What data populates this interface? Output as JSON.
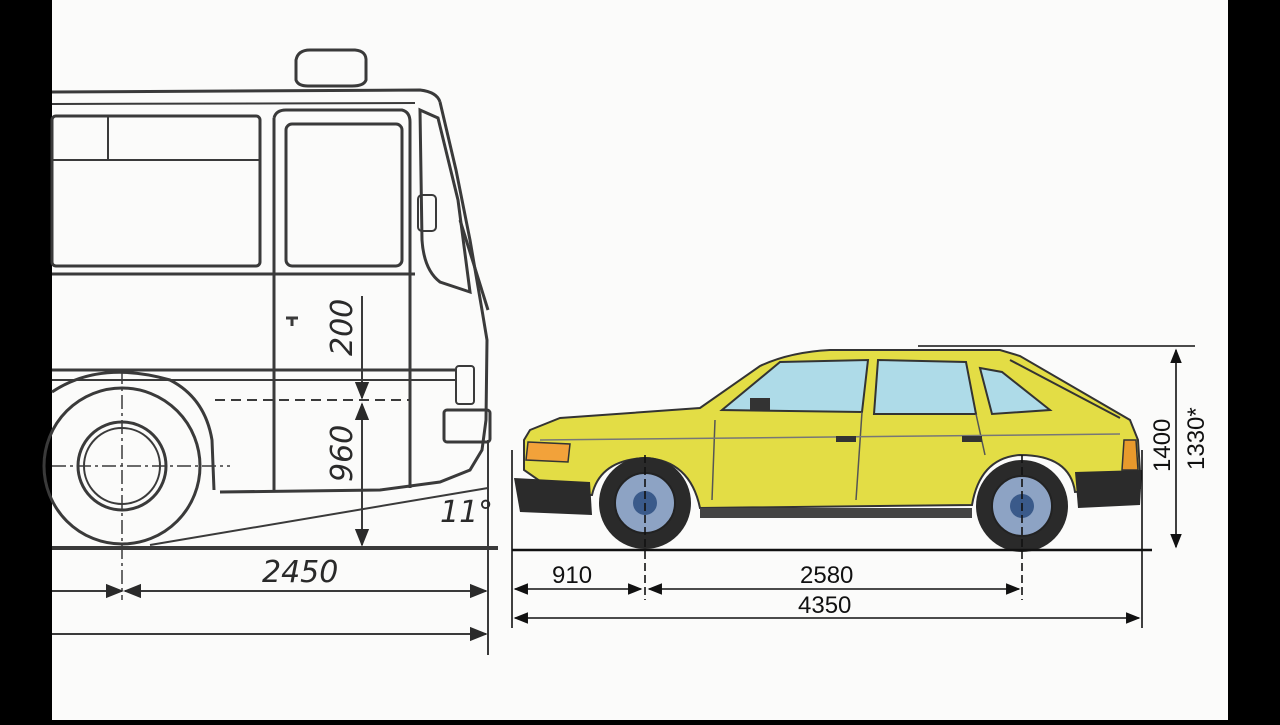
{
  "bus_dimensions": {
    "step_height": "200",
    "floor_height": "960",
    "departure_angle": "11°",
    "rear_overhang": "2450"
  },
  "car_dimensions": {
    "front_overhang": "910",
    "wheelbase": "2580",
    "overall_length": "4350",
    "height_unladen": "1400",
    "height_laden": "1330*"
  },
  "colors": {
    "car_body": "#e3dd45",
    "car_glass": "#aedbe8",
    "bumper": "#2b2b2b",
    "bus_line": "#3a3a3a",
    "paper": "#fbfbfa"
  }
}
